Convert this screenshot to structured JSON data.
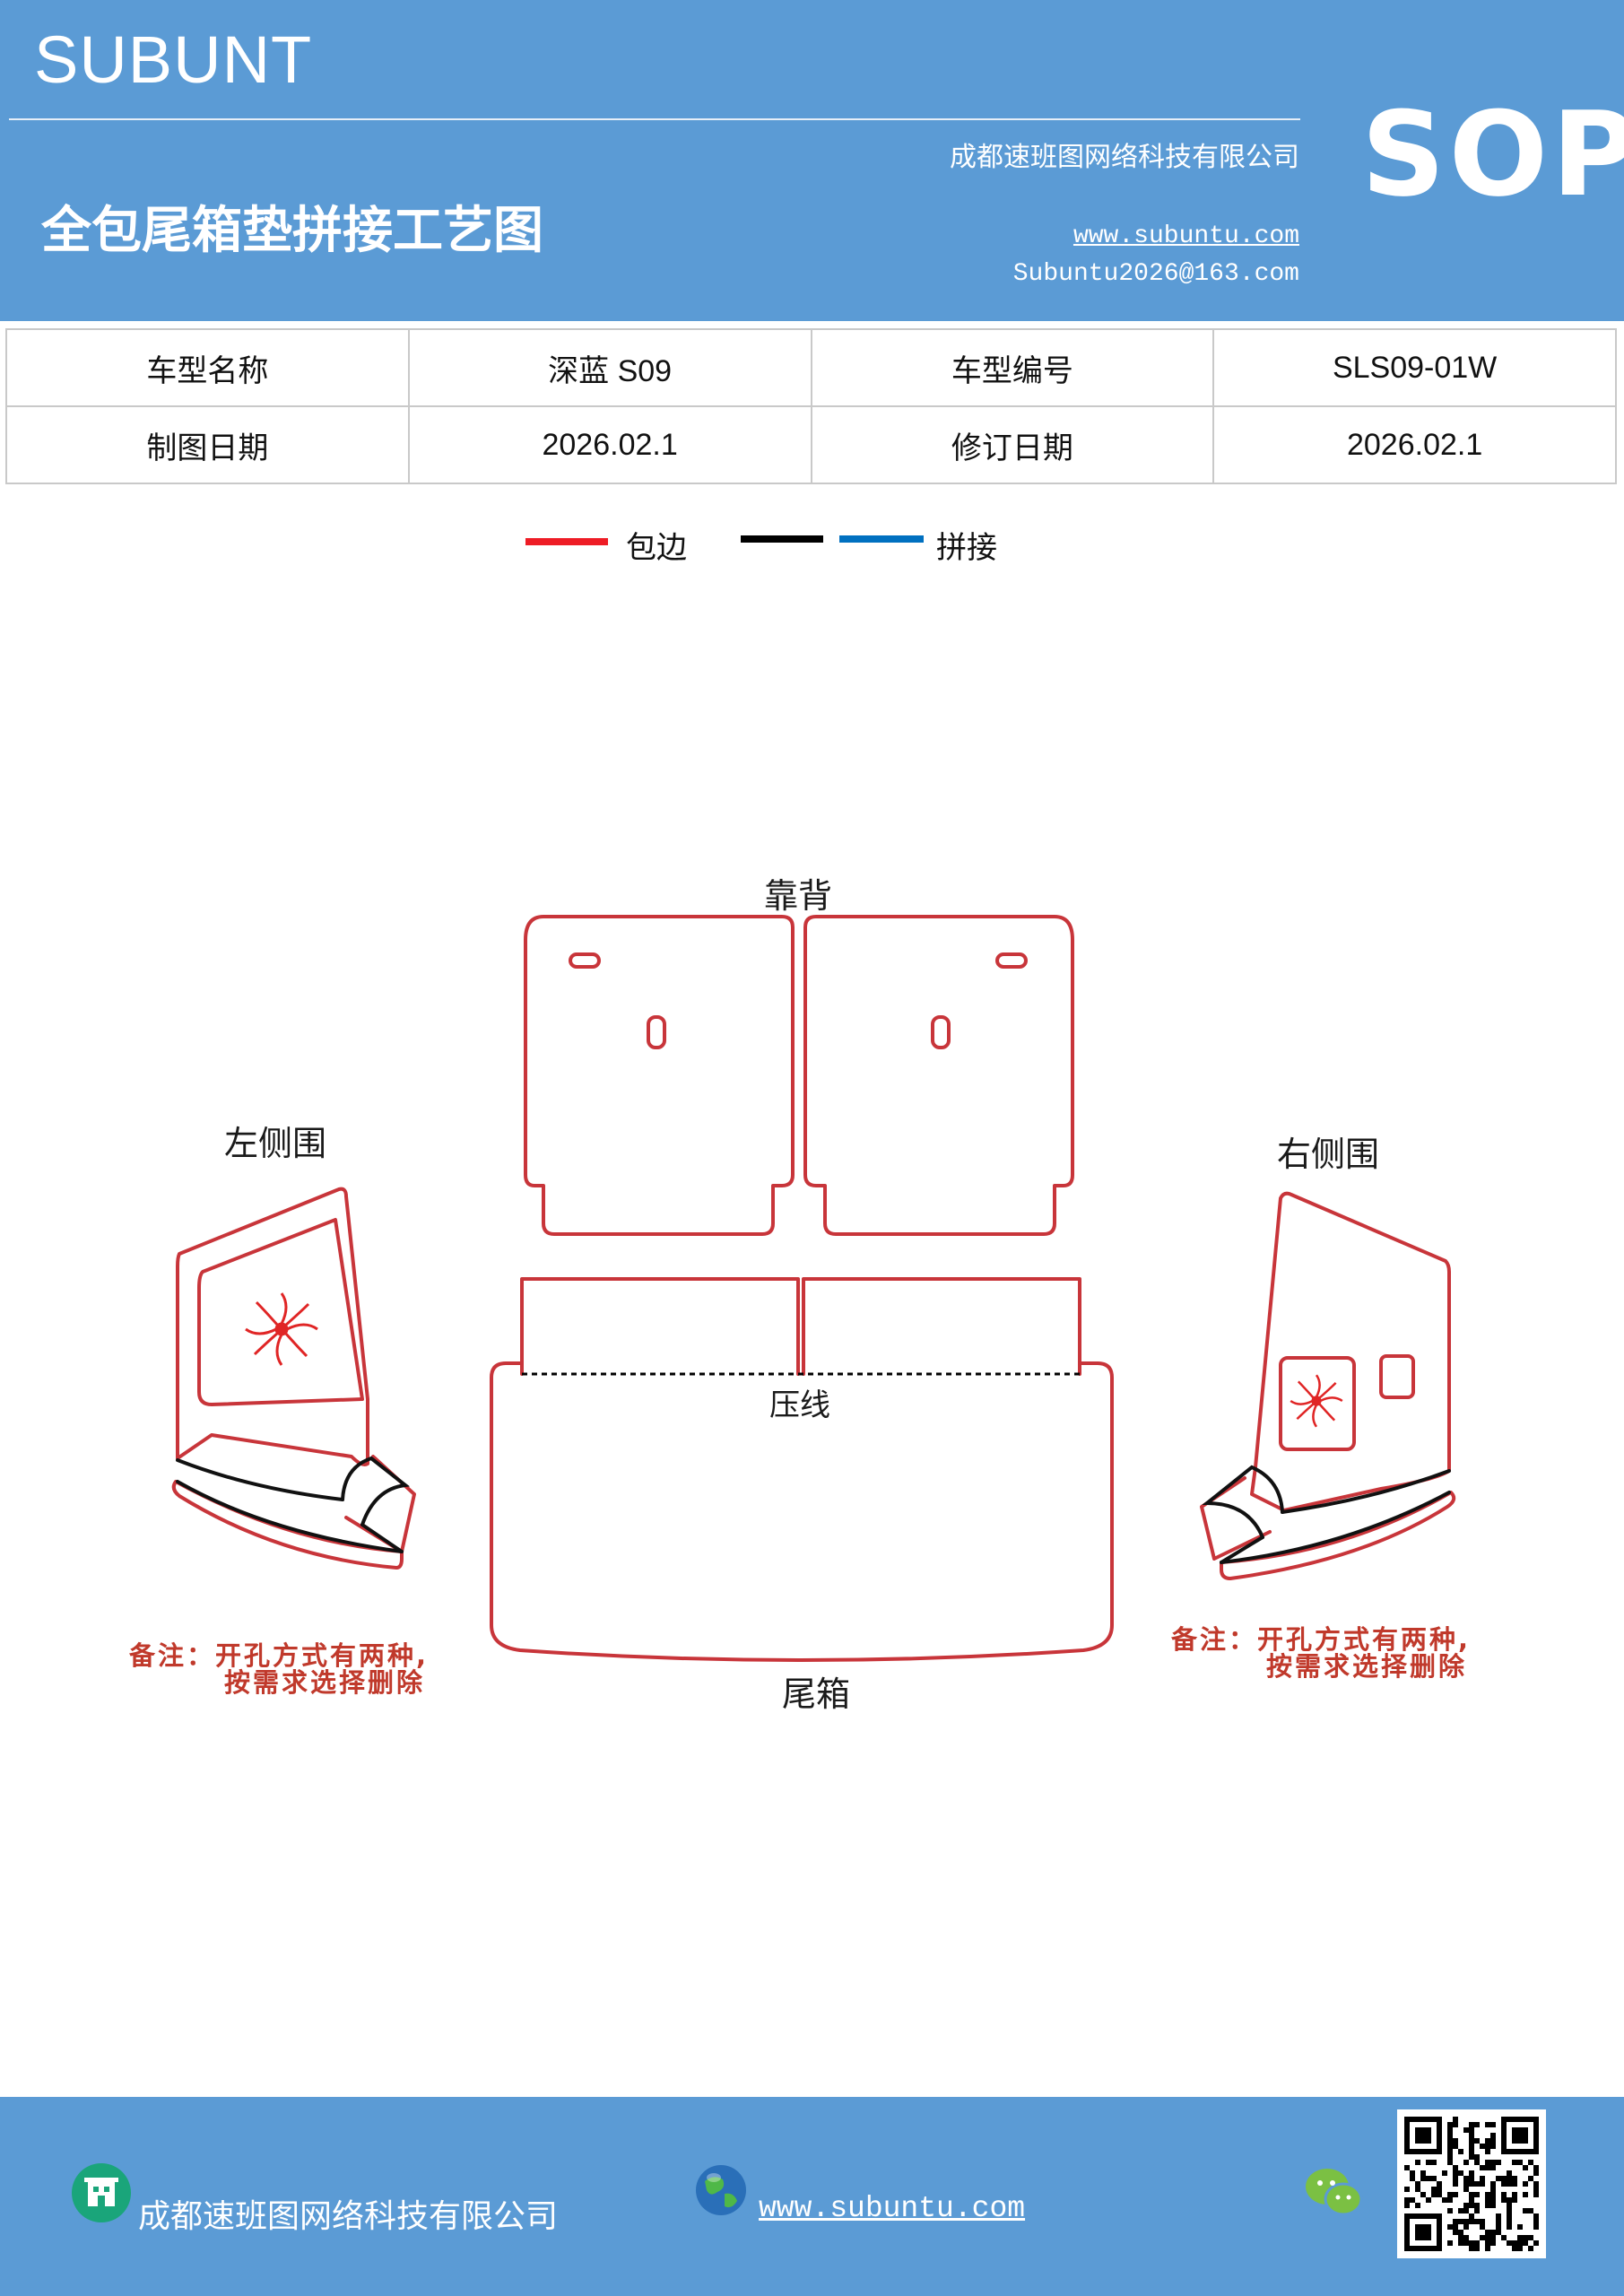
{
  "header": {
    "brand": "SUBUNT",
    "sop": "SOP",
    "company": "成都速班图网络科技有限公司",
    "title": "全包尾箱垫拼接工艺图",
    "website": "www.subuntu.com",
    "email": "Subuntu2026@163.com",
    "background_color": "#5b9bd5"
  },
  "info": {
    "model_name_label": "车型名称",
    "model_name_value": "深蓝 S09",
    "model_code_label": "车型编号",
    "model_code_value": "SLS09-01W",
    "draw_date_label": "制图日期",
    "draw_date_value": "2026.02.1",
    "revise_date_label": "修订日期",
    "revise_date_value": "2026.02.1"
  },
  "legend": {
    "edge_label": "包边",
    "splice_label": "拼接",
    "edge_color": "#ee1c25",
    "black_color": "#000000",
    "splice_color": "#0070c0"
  },
  "diagram": {
    "backrest_label": "靠背",
    "left_side_label": "左侧围",
    "right_side_label": "右侧围",
    "crease_label": "压线",
    "trunk_label": "尾箱",
    "note_line1": "备注：开孔方式有两种,",
    "note_line2": "按需求选择删除",
    "outline_color": "#c8353a",
    "fan_color": "#e02525"
  },
  "footer": {
    "company": "成都速班图网络科技有限公司",
    "website": "www.subuntu.com",
    "icons": [
      "building-icon",
      "globe-icon",
      "wechat-icon",
      "qr-code"
    ]
  }
}
